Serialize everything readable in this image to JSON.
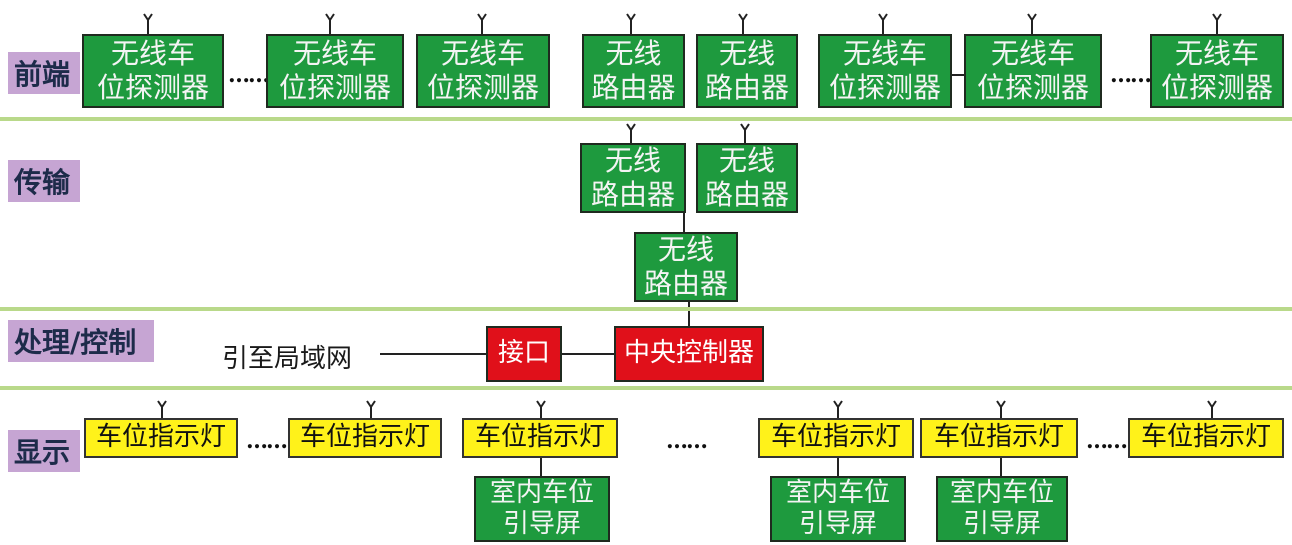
{
  "layers": {
    "front": "前端",
    "transport": "传输",
    "control": "处理/控制",
    "display": "显示"
  },
  "front_row": {
    "sensor_1": "无线车\n位探测器",
    "dots_1": "……",
    "sensor_2": "无线车\n位探测器",
    "sensor_3": "无线车\n位探测器",
    "router_1": "无线\n路由器",
    "router_2": "无线\n路由器",
    "sensor_4": "无线车\n位探测器",
    "sensor_5": "无线车\n位探测器",
    "dots_2": "……",
    "sensor_6": "无线车\n位探测器"
  },
  "transport_row": {
    "router_a": "无线\n路由器",
    "router_b": "无线\n路由器",
    "router_c": "无线\n路由器"
  },
  "control_row": {
    "lan_label": "引至局域网",
    "interface": "接口",
    "controller": "中央控制器"
  },
  "display_row": {
    "light_1": "车位指示灯",
    "dots_1": "……",
    "light_2": "车位指示灯",
    "light_3": "车位指示灯",
    "dots_2": "……",
    "light_4": "车位指示灯",
    "light_5": "车位指示灯",
    "dots_3": "……",
    "light_6": "车位指示灯",
    "screen_1": "室内车位\n引导屏",
    "screen_2": "室内车位\n引导屏",
    "screen_3": "室内车位\n引导屏"
  },
  "colors": {
    "node_green": "#1e9a3e",
    "node_red": "#e0101a",
    "node_yellow": "#fff21a",
    "layer_label": "#c6a5d3",
    "separator": "#b9d98a"
  },
  "icons": {
    "antenna": "antenna-icon"
  }
}
